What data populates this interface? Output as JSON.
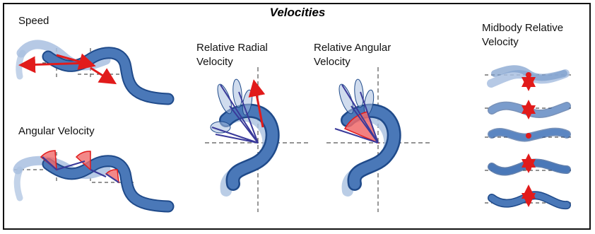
{
  "title": "Velocities",
  "panels": {
    "speed": {
      "label": "Speed"
    },
    "angular": {
      "label": "Angular Velocity"
    },
    "radial": {
      "label_line1": "Relative Radial",
      "label_line2": "Velocity"
    },
    "rel_angular": {
      "label_line1": "Relative Angular",
      "label_line2": "Velocity"
    },
    "midbody": {
      "label_line1": "Midbody Relative",
      "label_line2": "Velocity"
    }
  },
  "colors": {
    "worm_fill": "#4a78b8",
    "worm_stroke": "#1f4a8a",
    "worm_ghost": "#a9c0e0",
    "arrow_red": "#e11b1b",
    "arrow_navy": "#3a3a9a",
    "wedge_red": "#f06a6a",
    "axis_gray": "#555555"
  }
}
